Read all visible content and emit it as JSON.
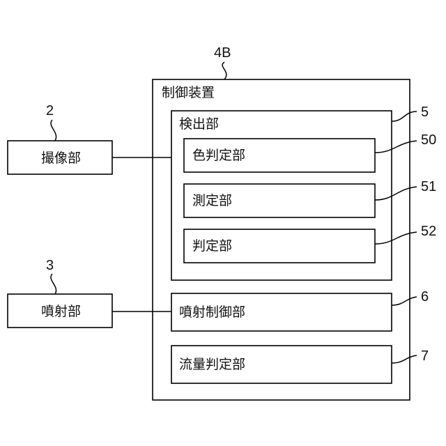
{
  "control_device": {
    "ref": "4B",
    "title": "制御装置"
  },
  "detection": {
    "ref": "5",
    "title": "検出部"
  },
  "color_judge": {
    "ref": "50",
    "label": "色判定部"
  },
  "measure": {
    "ref": "51",
    "label": "測定部"
  },
  "judge": {
    "ref": "52",
    "label": "判定部"
  },
  "spray_control": {
    "ref": "6",
    "label": "噴射制御部"
  },
  "flow_judge": {
    "ref": "7",
    "label": "流量判定部"
  },
  "imaging": {
    "ref": "2",
    "label": "撮像部"
  },
  "spray": {
    "ref": "3",
    "label": "噴射部"
  }
}
